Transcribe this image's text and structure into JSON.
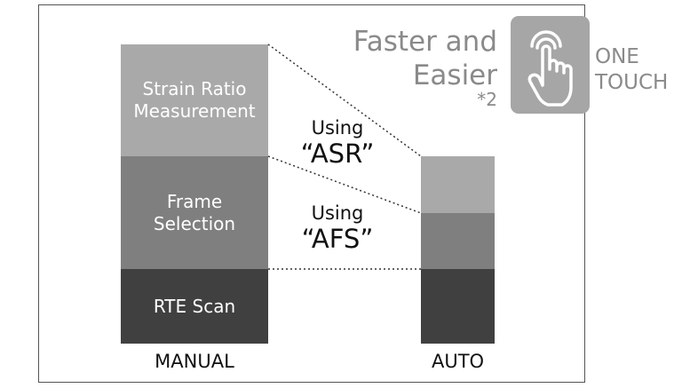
{
  "headline": {
    "line1": "Faster and",
    "line2": "Easier",
    "note": "*2"
  },
  "one_touch": {
    "line1": "ONE",
    "line2": "TOUCH",
    "icon": "hand-tap-icon"
  },
  "manual": {
    "label": "MANUAL",
    "segments": [
      {
        "line1": "Strain Ratio",
        "line2": "Measurement",
        "color": "#a9a9a9"
      },
      {
        "line1": "Frame",
        "line2": "Selection",
        "color": "#7f7f7f"
      },
      {
        "line1": "RTE Scan",
        "line2": "",
        "color": "#404040"
      }
    ]
  },
  "auto": {
    "label": "AUTO",
    "segment_colors": [
      "#a9a9a9",
      "#7f7f7f",
      "#404040"
    ]
  },
  "using_asr": {
    "line1": "Using",
    "line2": "“ASR”"
  },
  "using_afs": {
    "line1": "Using",
    "line2": "“AFS”"
  },
  "colors": {
    "frame": "#555555",
    "touch_box": "#a6a6a6",
    "text_grey": "#8a8a8a"
  }
}
